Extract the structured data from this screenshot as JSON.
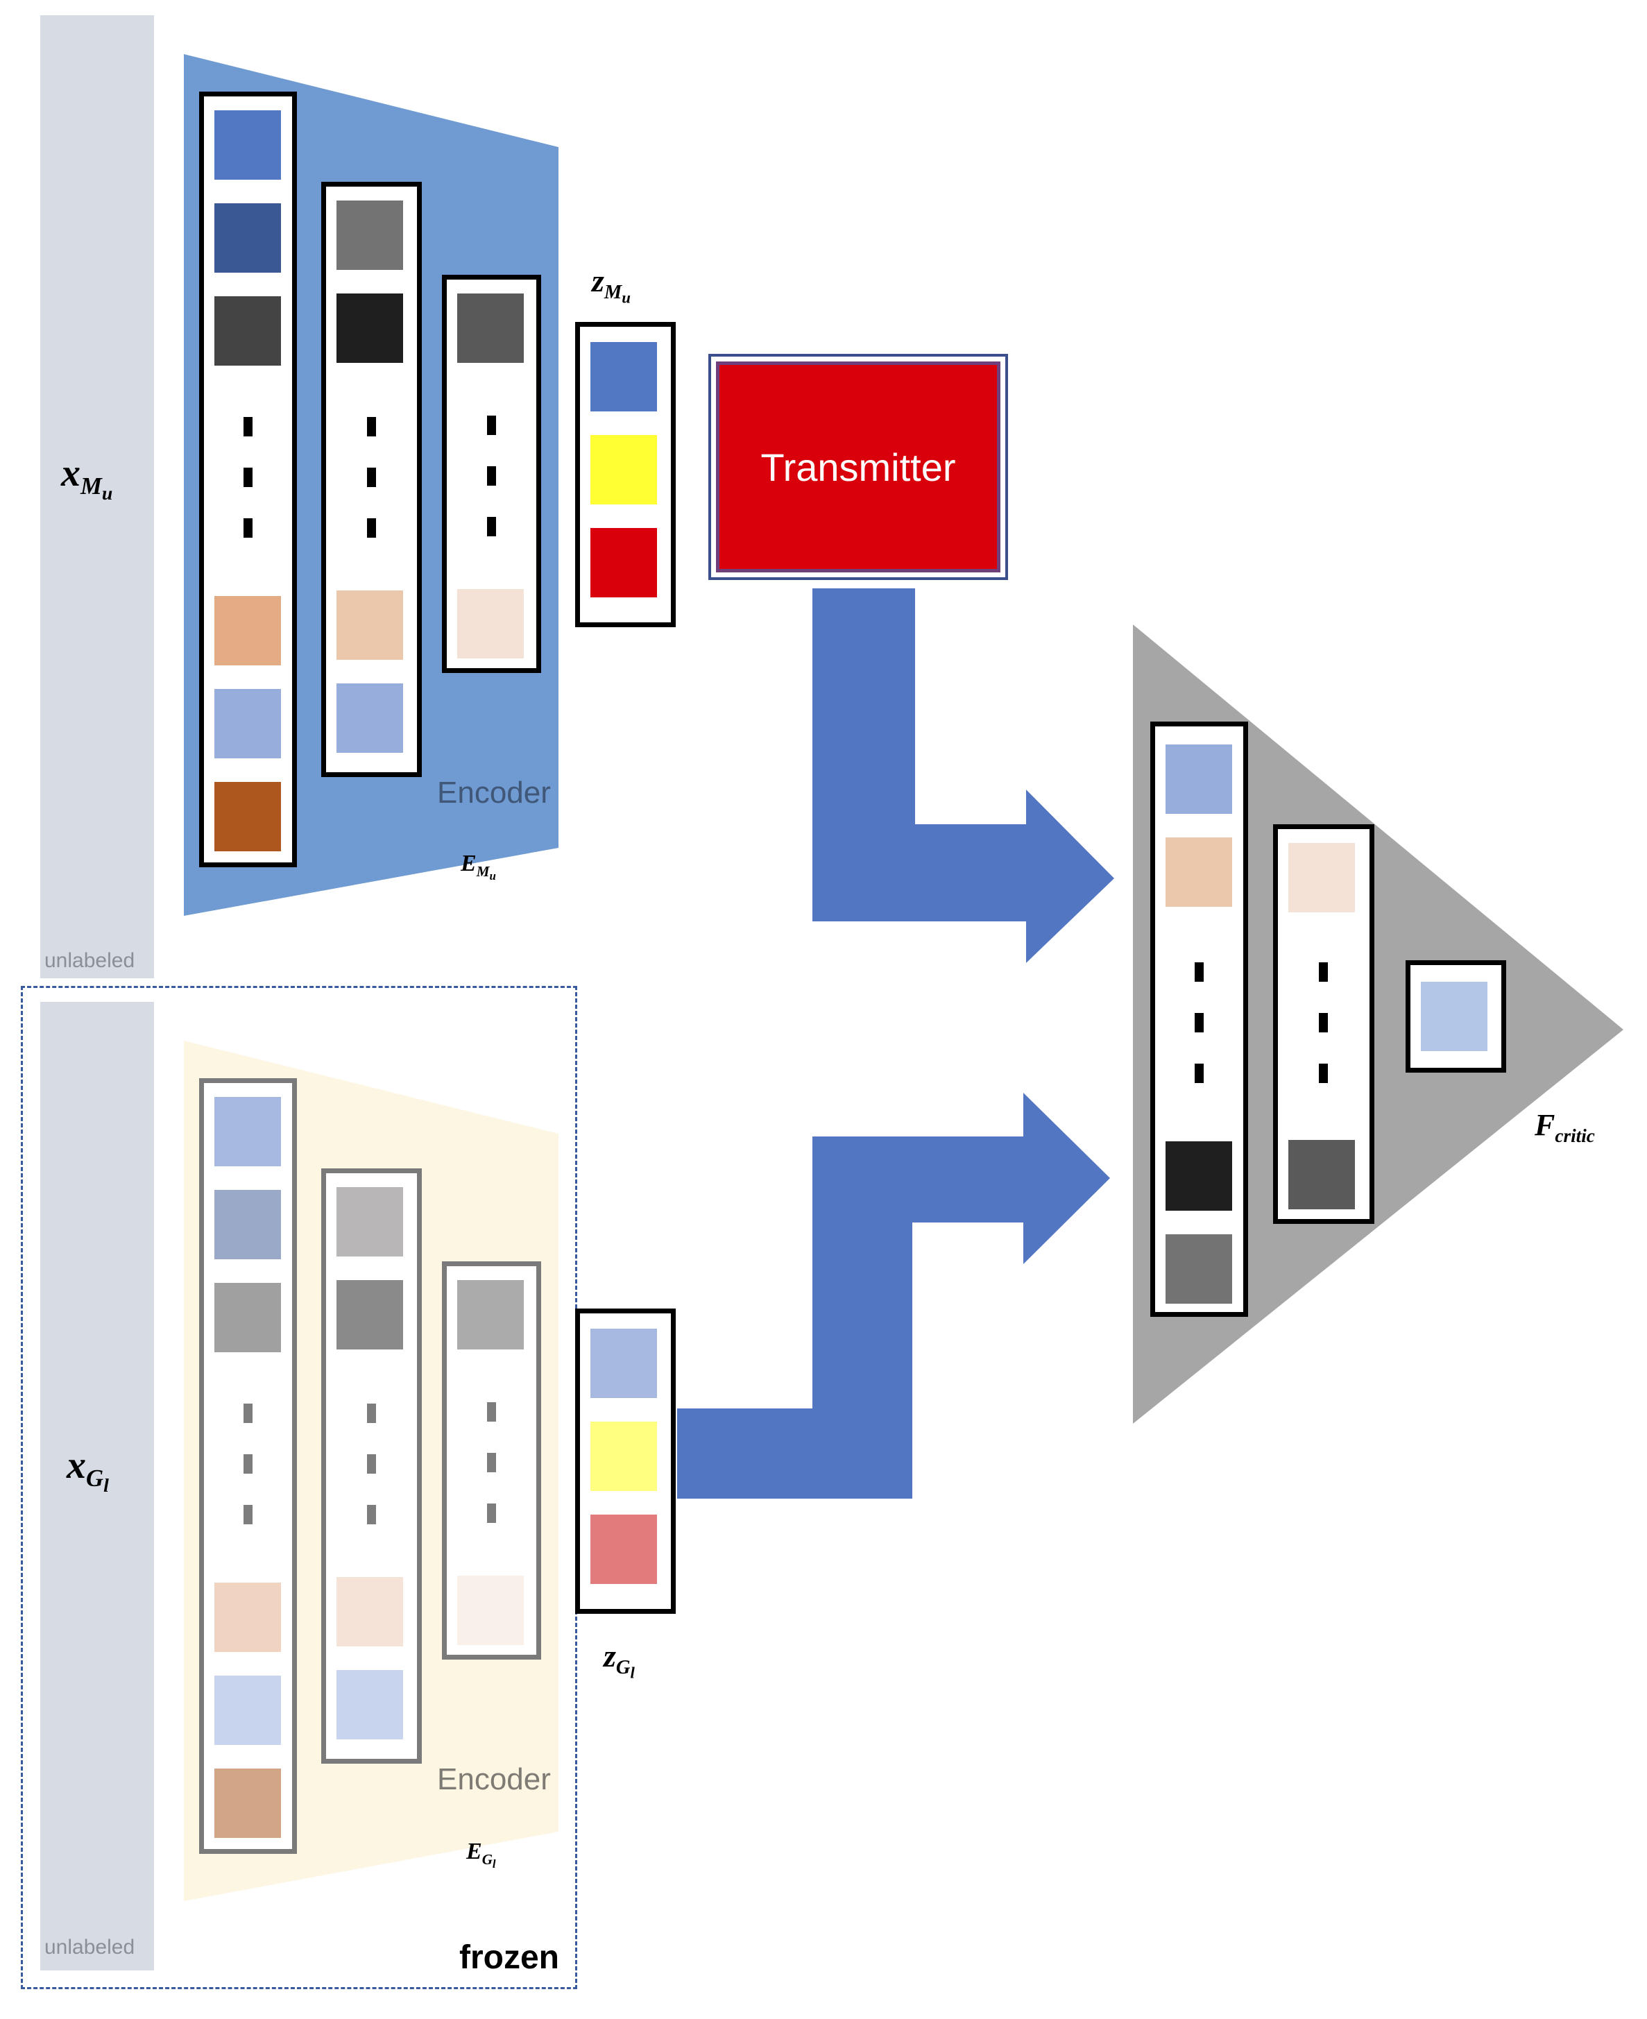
{
  "top_branch": {
    "input_label": {
      "base": "x",
      "sub": "M",
      "subsub": "u"
    },
    "input_tag": "unlabeled",
    "encoder_name": "Encoder",
    "encoder_symbol": {
      "base": "E",
      "sub": "M",
      "subsub": "u"
    },
    "latent_label": {
      "base": "z",
      "sub": "M",
      "subsub": "u"
    }
  },
  "bottom_branch": {
    "input_label": {
      "base": "x",
      "sub": "G",
      "subsub": "l"
    },
    "input_tag": "unlabeled",
    "encoder_name": "Encoder",
    "encoder_symbol": {
      "base": "E",
      "sub": "G",
      "subsub": "l"
    },
    "latent_label": {
      "base": "z",
      "sub": "G",
      "subsub": "l"
    },
    "frozen_label": "frozen"
  },
  "transmitter": {
    "label": "Transmitter",
    "fill": "#d9000b"
  },
  "critic": {
    "symbol": {
      "base": "F",
      "sub": "critic"
    }
  },
  "colors": {
    "encoder_top": "#6f9bd2",
    "encoder_bottom": "#fdf6e3",
    "critic_triangle": "#a6a6a6",
    "arrow": "#5276c2",
    "sidebar": "#d6dbe4",
    "frozen_border": "#3a5aa0"
  },
  "icons": [
    "dots-vertical-icon",
    "block-arrow-right-icon"
  ]
}
